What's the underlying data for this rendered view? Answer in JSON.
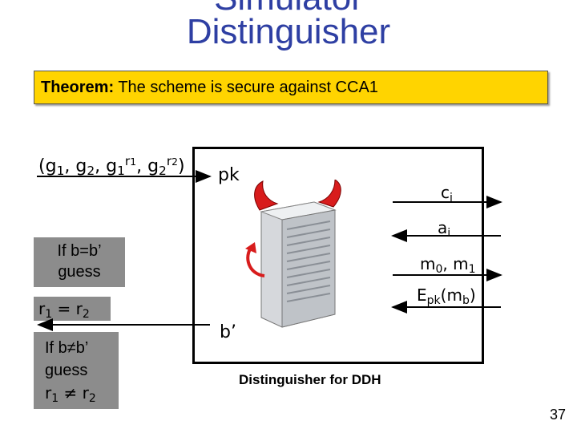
{
  "title": {
    "top": "Simulator",
    "main": "Distinguisher"
  },
  "theorem": {
    "label": "Theorem:",
    "text": " The scheme is secure against CCA1"
  },
  "tuple": {
    "open": "(",
    "g1": "g",
    "s1": "1",
    "c1": ", ",
    "g2": "g",
    "s2": "2",
    "c2": ", ",
    "g3": "g",
    "s3": "1",
    "p3": "r",
    "ps3": "1",
    "c3": ", ",
    "g4": "g",
    "s4": "2",
    "p4": "r",
    "ps4": "2",
    "close": ")"
  },
  "labels": {
    "pk": "pk",
    "ci": "c",
    "ci_sub": "i",
    "ai": "a",
    "ai_sub": "i",
    "m": "m",
    "m0_sub": "0",
    "m_sep": ", ",
    "m1_sub": "1",
    "e": "E",
    "e_sub": "pk",
    "e_paren": "(m",
    "e_b": "b",
    "e_close": ")",
    "bprime": "b’",
    "caption": "Distinguisher for DDH"
  },
  "left": {
    "eq_line1": "If b=b’",
    "eq_line2": "guess",
    "r_eq": "r",
    "r_eq_s1": "1",
    "r_eq_op": " = r",
    "r_eq_s2": "2",
    "neq_line1": "If b≠b’",
    "neq_line2": "guess",
    "r_neq": "r",
    "r_neq_s1": "1",
    "r_neq_op": " ≠ r",
    "r_neq_s2": "2"
  },
  "slide_number": "37",
  "icons": [
    "server-devil-icon"
  ]
}
